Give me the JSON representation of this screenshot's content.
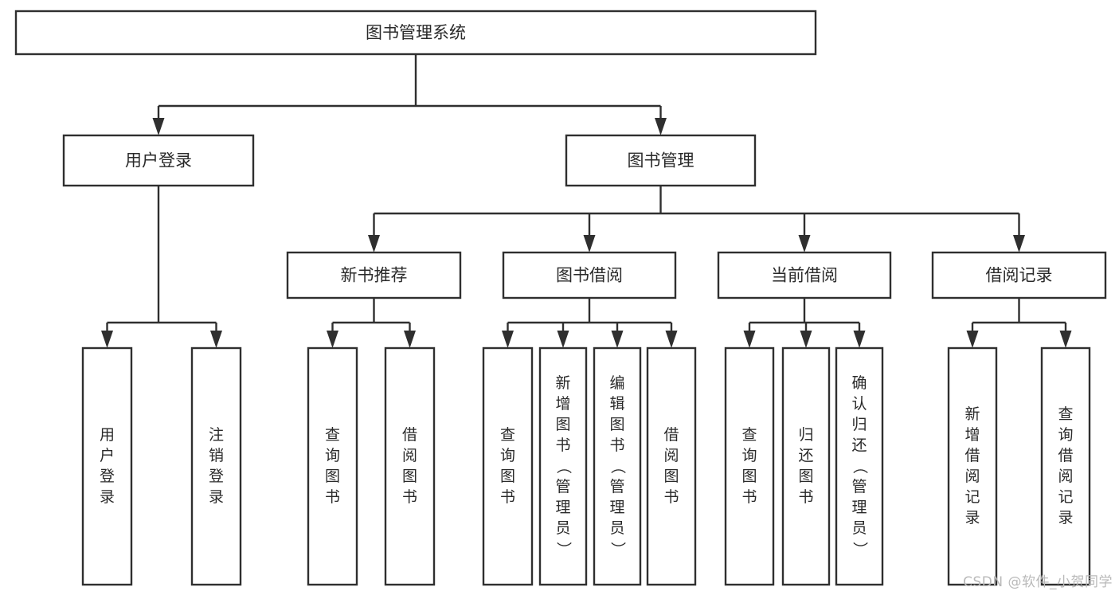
{
  "diagram": {
    "type": "tree-hierarchy-flowchart",
    "title": "图书管理系统",
    "watermark": "CSDN @软件_小贺同学",
    "colors": {
      "box_fill": "#ffffff",
      "box_stroke": "#2f2f2f",
      "line": "#2f2f2f",
      "text": "#2a2a2a",
      "background": "#ffffff",
      "watermark_text": "#b9b9b9"
    },
    "levels": [
      {
        "level": 1,
        "nodes": [
          {
            "id": "root",
            "label": "图书管理系统",
            "orientation": "horizontal"
          }
        ]
      },
      {
        "level": 2,
        "nodes": [
          {
            "id": "login",
            "label": "用户登录",
            "orientation": "horizontal",
            "parent": "root"
          },
          {
            "id": "bookmgmt",
            "label": "图书管理",
            "orientation": "horizontal",
            "parent": "root"
          }
        ]
      },
      {
        "level": 3,
        "nodes": [
          {
            "id": "newbook",
            "label": "新书推荐",
            "orientation": "horizontal",
            "parent": "bookmgmt"
          },
          {
            "id": "borrow",
            "label": "图书借阅",
            "orientation": "horizontal",
            "parent": "bookmgmt"
          },
          {
            "id": "current",
            "label": "当前借阅",
            "orientation": "horizontal",
            "parent": "bookmgmt"
          },
          {
            "id": "records",
            "label": "借阅记录",
            "orientation": "horizontal",
            "parent": "bookmgmt"
          }
        ]
      },
      {
        "level": 4,
        "nodes": [
          {
            "id": "leaf1",
            "label": "用户登录",
            "orientation": "vertical",
            "parent": "login"
          },
          {
            "id": "leaf2",
            "label": "注销登录",
            "orientation": "vertical",
            "parent": "login"
          },
          {
            "id": "leaf3",
            "label": "查询图书",
            "orientation": "vertical",
            "parent": "newbook"
          },
          {
            "id": "leaf4",
            "label": "借阅图书",
            "orientation": "vertical",
            "parent": "newbook"
          },
          {
            "id": "leaf5",
            "label": "查询图书",
            "orientation": "vertical",
            "parent": "borrow"
          },
          {
            "id": "leaf6",
            "label": "新增图书（管理员）",
            "orientation": "vertical",
            "parent": "borrow"
          },
          {
            "id": "leaf7",
            "label": "编辑图书（管理员）",
            "orientation": "vertical",
            "parent": "borrow"
          },
          {
            "id": "leaf8",
            "label": "借阅图书",
            "orientation": "vertical",
            "parent": "borrow"
          },
          {
            "id": "leaf9",
            "label": "查询图书",
            "orientation": "vertical",
            "parent": "current"
          },
          {
            "id": "leaf10",
            "label": "归还图书",
            "orientation": "vertical",
            "parent": "current"
          },
          {
            "id": "leaf11",
            "label": "确认归还（管理员）",
            "orientation": "vertical",
            "parent": "current"
          },
          {
            "id": "leaf12",
            "label": "新增借阅记录",
            "orientation": "vertical",
            "parent": "records"
          },
          {
            "id": "leaf13",
            "label": "查询借阅记录",
            "orientation": "vertical",
            "parent": "records"
          }
        ]
      }
    ]
  }
}
